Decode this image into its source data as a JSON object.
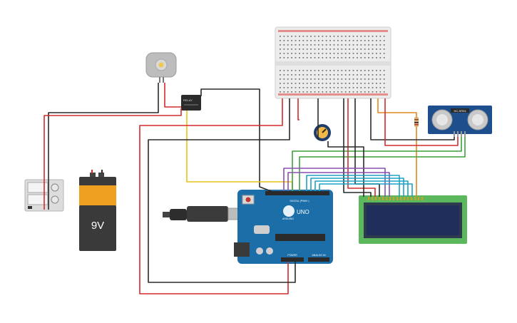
{
  "battery": {
    "voltage_label": "9V"
  },
  "arduino": {
    "logo_text": "UNO",
    "brand_text": "ARDUINO",
    "digital_header_label": "DIGITAL (PWM~)",
    "power_header_label": "POWER",
    "analog_header_label": "ANALOG IN"
  },
  "ultrasonic": {
    "model_label": "HC-SR04"
  },
  "relay": {
    "label": "RELAY"
  },
  "colors": {
    "wire_red": "#d42b2b",
    "wire_black": "#2a2a2a",
    "wire_yellow": "#e8c21a",
    "wire_green": "#3aa13a",
    "wire_purple": "#8a4fb0",
    "wire_cyan": "#1ba3c6",
    "wire_orange": "#e08a1e",
    "arduino_blue": "#1b6ea8",
    "lcd_green": "#5cb85c",
    "lcd_screen": "#1f2e5a",
    "sensor_blue": "#1f4e8c"
  }
}
